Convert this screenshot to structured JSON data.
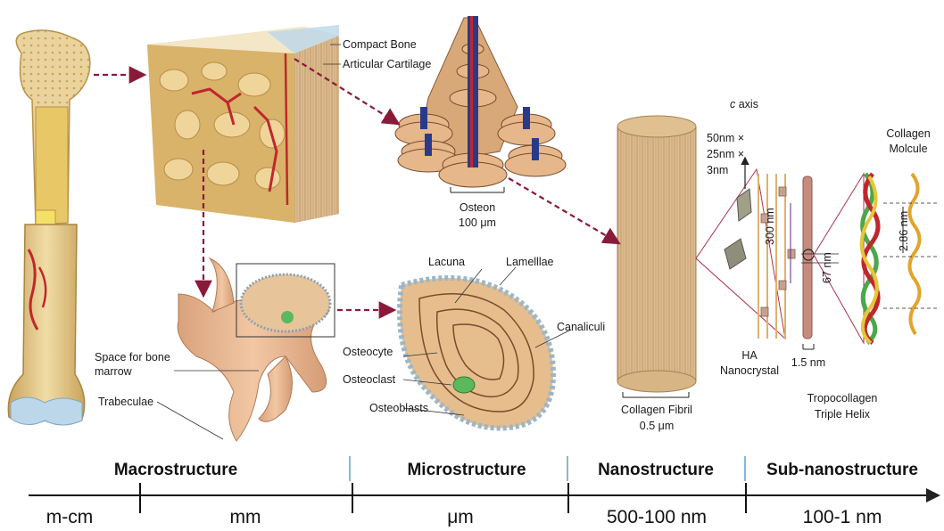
{
  "labels": {
    "compact_bone": "Compact Bone",
    "articular_cartilage": "Articular Cartilage",
    "osteon": "Osteon",
    "osteon_size": "100 μm",
    "c_axis_c": "c",
    "c_axis_rest": " axis",
    "crystal_dims_1": "50nm ×",
    "crystal_dims_2": "25nm ×",
    "crystal_dims_3": "3nm",
    "collagen_molecule_1": "Collagen",
    "collagen_molecule_2": "Molcule",
    "lacuna": "Lacuna",
    "lamellae": "Lamelllae",
    "canaliculi": "Canaliculi",
    "osteocyte": "Osteocyte",
    "osteoclast": "Osteoclast",
    "osteoblasts": "Osteoblasts",
    "space_marrow_1": "Space for bone",
    "space_marrow_2": "marrow",
    "trabeculae": "Trabeculae",
    "collagen_fibril": "Collagen Fibril",
    "fibril_size": "0.5 μm",
    "ha_1": "HA",
    "ha_2": "Nanocrystal",
    "tropo_width": "1.5 nm",
    "tropo_1": "Tropocollagen",
    "tropo_2": "Triple Helix",
    "d300": "300 nm",
    "d67": "67 nm",
    "d286": "2.86 nm"
  },
  "scale": {
    "titles": [
      "Macrostructure",
      "Microstructure",
      "Nanostructure",
      "Sub-nanostructure"
    ],
    "units": [
      "m-cm",
      "mm",
      "μm",
      "500-100 nm",
      "100-1 nm"
    ]
  },
  "colors": {
    "bone": "#e8cf8e",
    "bone_dark": "#c9a45c",
    "vessel": "#c0272d",
    "arrow": "#8a1a3a",
    "cartilage": "#bcd7ea",
    "cell_blue": "#9bb6c9",
    "osteoclast": "#5cb85c",
    "fibril": "#e2c49a",
    "tropo": "#c58a80",
    "link_line": "#b03050",
    "sep": "#86b8d6"
  }
}
